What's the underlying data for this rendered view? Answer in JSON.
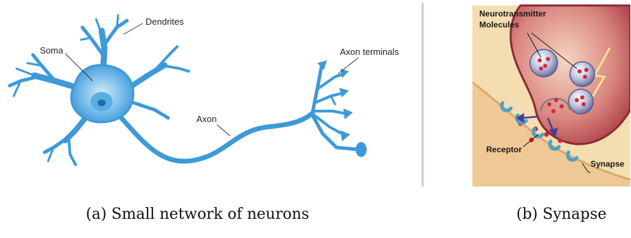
{
  "panel_a": {
    "labels": {
      "dendrites": "Dendrites",
      "soma": "Soma",
      "axon": "Axon",
      "axon_terminals": "Axon terminals"
    },
    "caption": "(a) Small network of neurons"
  },
  "panel_b": {
    "labels": {
      "neurotransmitter_line1": "Neurotransmitter",
      "neurotransmitter_line2": "Molecules",
      "receptor": "Receptor",
      "synapse": "Synapse"
    },
    "caption": "(b) Synapse"
  },
  "colors": {
    "neuron": "#3d9ad8",
    "neuron_light": "#8ec8ee",
    "nucleus": "#2a7db8",
    "synapse_bg": "#f3d9a8",
    "terminal": "#b8444a",
    "vesicle": "#9aa0c8",
    "molecule": "#d8263a",
    "receptor": "#4aa3c6"
  }
}
